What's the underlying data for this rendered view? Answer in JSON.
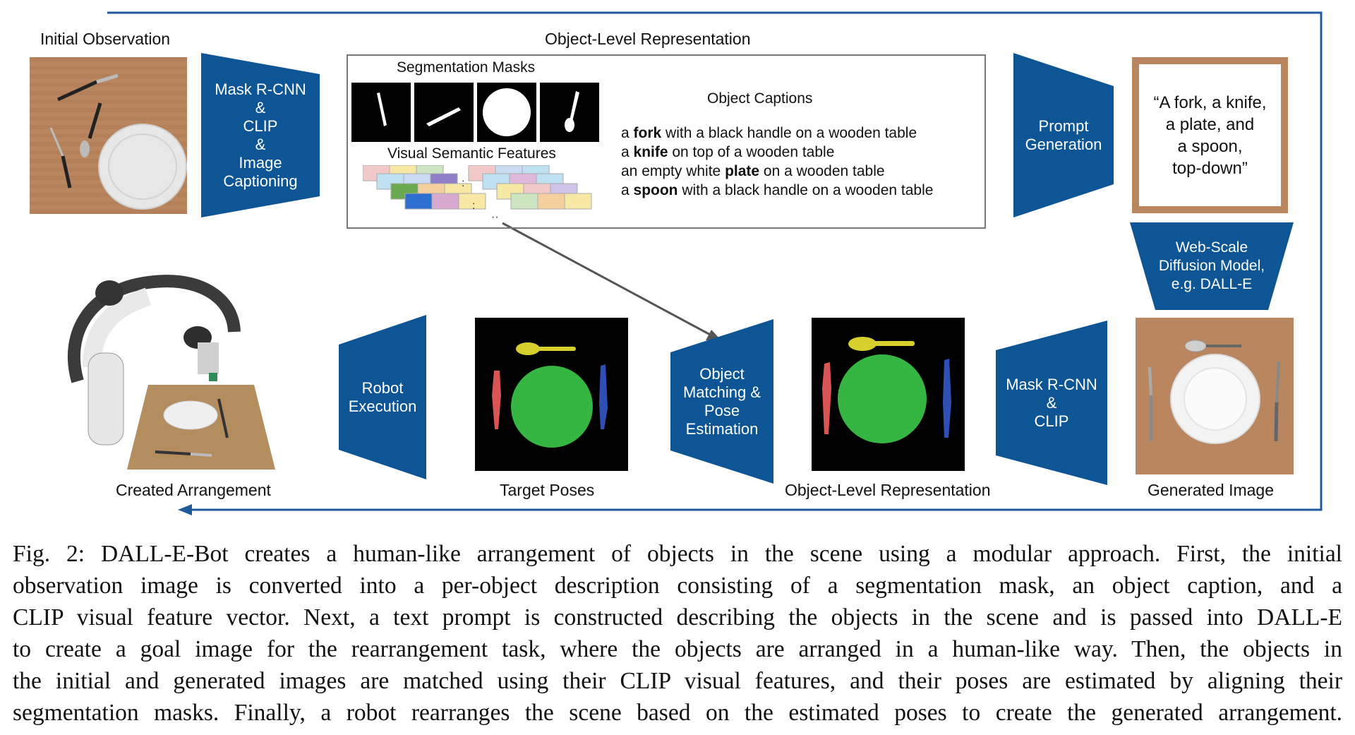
{
  "figure": {
    "colors": {
      "block_blue": "#0d5594",
      "arrow_blue": "#1f5b9b",
      "mask_green": "#35b541",
      "mask_yellow": "#d6cf2c",
      "mask_red": "#d95454",
      "mask_navy": "#2f4fb5",
      "wood": "#b98660"
    },
    "labels": {
      "initial_observation": "Initial Observation",
      "object_level_top": "Object-Level Representation",
      "segmentation_masks": "Segmentation Masks",
      "visual_semantic_features": "Visual Semantic Features",
      "object_captions_title": "Object Captions",
      "created_arrangement": "Created Arrangement",
      "target_poses": "Target Poses",
      "object_level_bottom": "Object-Level Representation",
      "generated_image": "Generated Image"
    },
    "blocks": {
      "mask_rcnn_clip_captioning": "Mask R-CNN\n&\nCLIP\n&\nImage\nCaptioning",
      "prompt_generation": "Prompt\nGeneration",
      "diffusion_model": "Web-Scale\nDiffusion Model,\ne.g. DALL-E",
      "mask_rcnn_clip": "Mask R-CNN\n&\nCLIP",
      "object_matching": "Object\nMatching &\nPose\nEstimation",
      "robot_execution": "Robot\nExecution"
    },
    "prompt_text": "“A fork, a knife,\na plate, and\na spoon,\ntop-down”",
    "object_captions": [
      {
        "pre": "a ",
        "bold": "fork",
        "post": " with a black handle on a wooden table"
      },
      {
        "pre": "a ",
        "bold": "knife",
        "post": " on top of a wooden table"
      },
      {
        "pre": "an empty white ",
        "bold": "plate",
        "post": " on a wooden table"
      },
      {
        "pre": "a ",
        "bold": "spoon",
        "post": " with a black handle on a wooden table"
      }
    ]
  },
  "caption": {
    "lines": [
      "Fig. 2: DALL-E-Bot creates a human-like arrangement of objects in the scene using a modular approach. First, the initial",
      "observation image is converted into a per-object description consisting of a segmentation mask, an object caption, and a",
      "CLIP visual feature vector. Next, a text prompt is constructed describing the objects in the scene and is passed into DALL-E",
      "to create a goal image for the rearrangement task, where the objects are arranged in a human-like way. Then, the objects in",
      "the initial and generated images are matched using their CLIP visual features, and their poses are estimated by aligning their",
      "segmentation masks. Finally, a robot rearranges the scene based on the estimated poses to create the generated arrangement."
    ]
  }
}
